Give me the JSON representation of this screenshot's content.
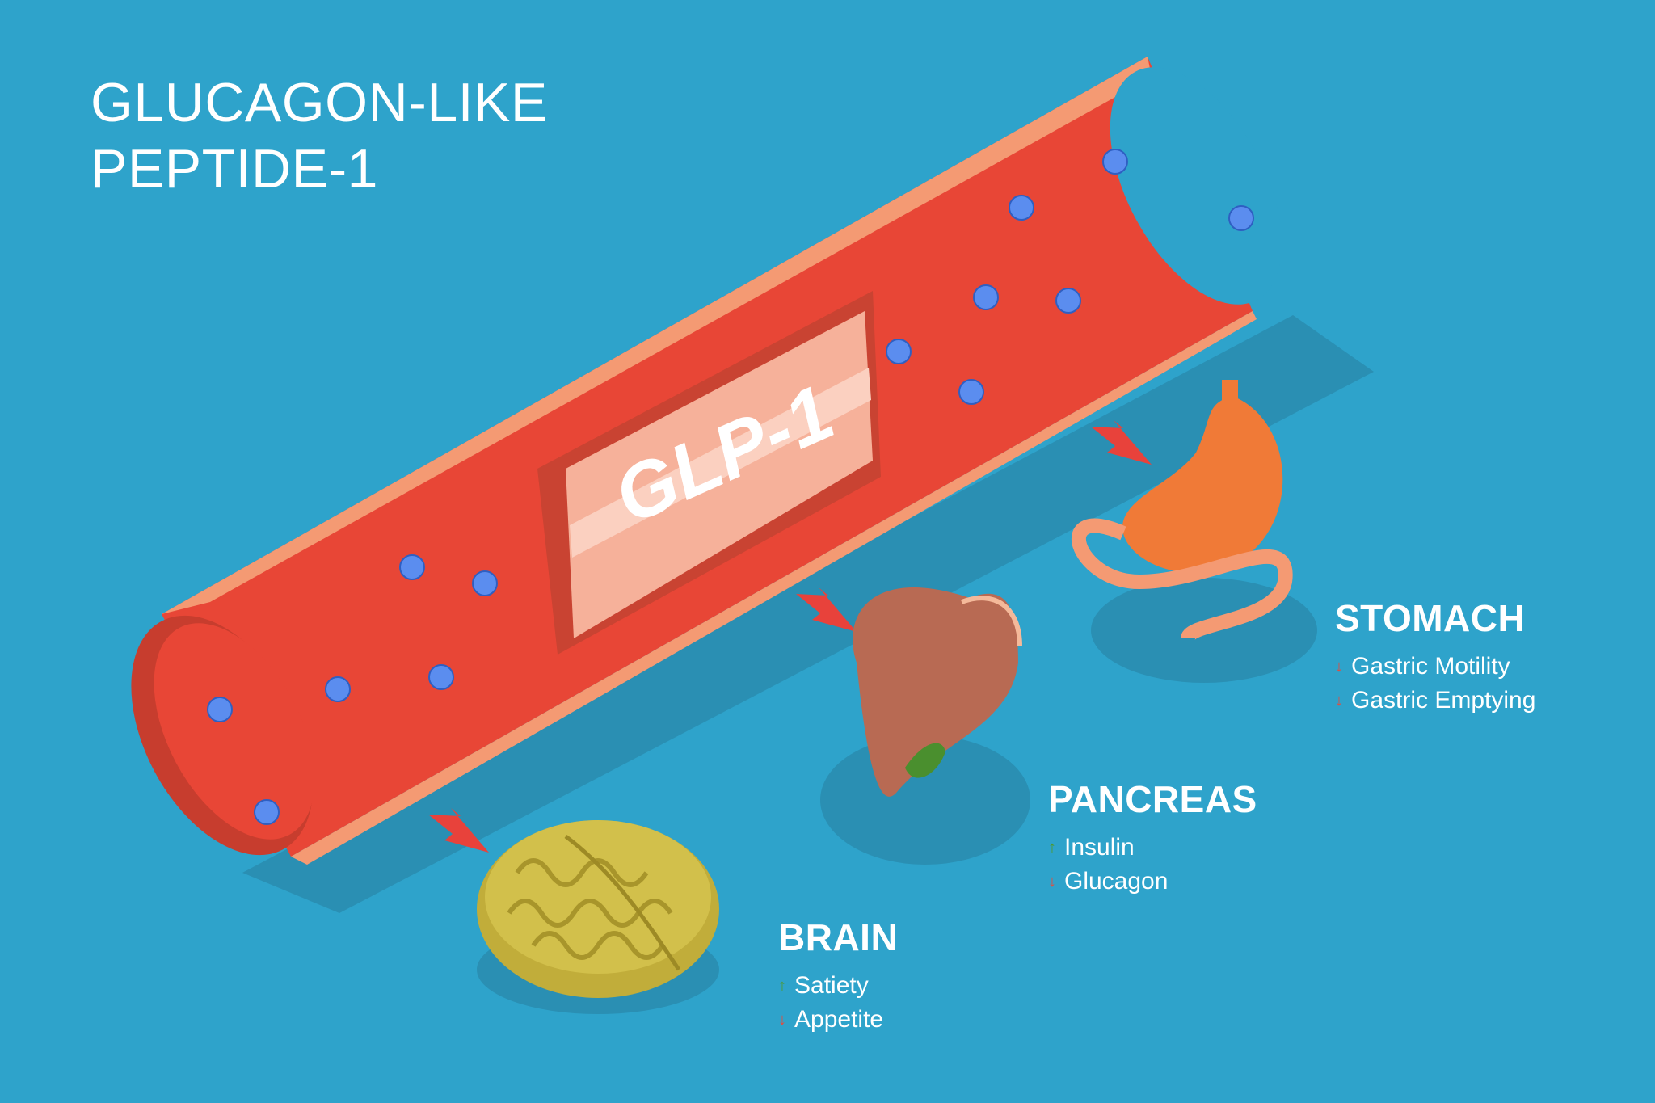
{
  "title": {
    "line1": "GLUCAGON-LIKE",
    "line2": "PEPTIDE-1"
  },
  "vessel_badge": "GLP-1",
  "colors": {
    "background": "#2ea3cb",
    "vessel_red": "#e84636",
    "vessel_rim": "#f49a73",
    "molecule_blue": "#5b8def",
    "arrow_red": "#e8423b",
    "increase_green": "#4f9a2f",
    "decrease_red": "#e84a3b"
  },
  "organs": [
    {
      "name": "STOMACH",
      "effects": [
        {
          "direction": "down",
          "glyph": "↓",
          "text": "Gastric Motility"
        },
        {
          "direction": "down",
          "glyph": "↓",
          "text": "Gastric Emptying"
        }
      ]
    },
    {
      "name": "PANCREAS",
      "effects": [
        {
          "direction": "up",
          "glyph": "↑",
          "text": "Insulin"
        },
        {
          "direction": "down",
          "glyph": "↓",
          "text": "Glucagon"
        }
      ]
    },
    {
      "name": "BRAIN",
      "effects": [
        {
          "direction": "up",
          "glyph": "↑",
          "text": "Satiety"
        },
        {
          "direction": "down",
          "glyph": "↓",
          "text": "Appetite"
        }
      ]
    }
  ]
}
